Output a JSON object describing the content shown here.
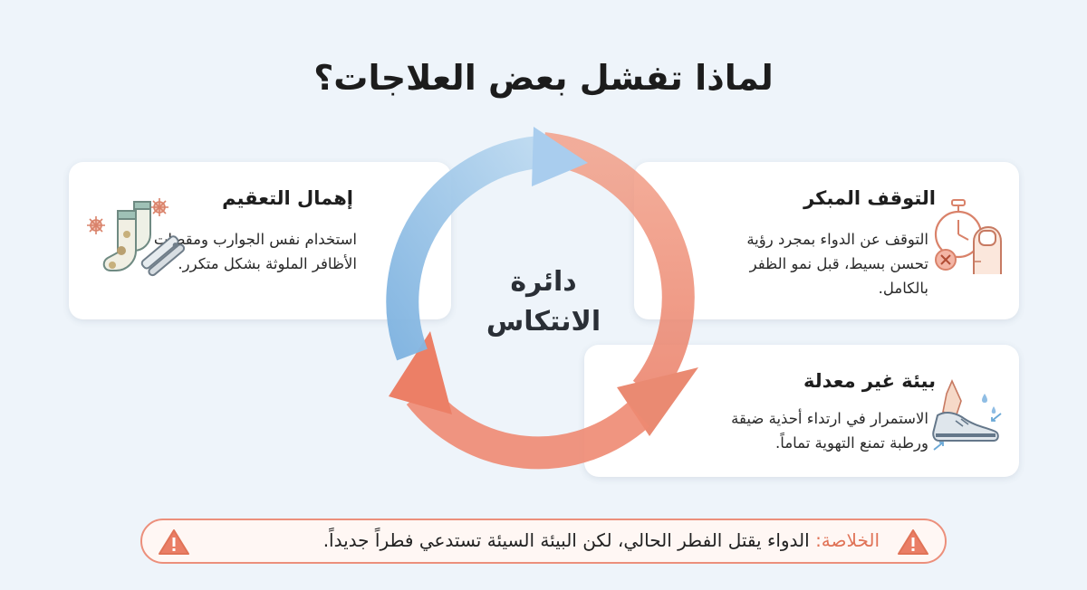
{
  "title": "لماذا تفشل بعض العلاجات؟",
  "cycle": {
    "label_line1": "دائرة",
    "label_line2": "الانتكاس",
    "colors": {
      "blue": "#8fbde4",
      "red": "#ef8f78"
    }
  },
  "cards": {
    "left": {
      "title": "إهمال التعقيم",
      "text": "استخدام نفس الجوارب ومقصات الأظافر الملوثة بشكل متكرر.",
      "icon": "socks-and-nail-clipper-icon"
    },
    "top_right": {
      "title": "التوقف المبكر",
      "text": "التوقف عن الدواء بمجرد رؤية تحسن بسيط، قبل نمو الظفر بالكامل.",
      "icon": "stopwatch-toe-icon"
    },
    "bottom_right": {
      "title": "بيئة غير معدلة",
      "text": "الاستمرار في ارتداء أحذية ضيقة ورطبة تمنع التهوية تماماً.",
      "icon": "sweaty-shoe-icon"
    }
  },
  "summary": {
    "label": "الخلاصة:",
    "text": " الدواء يقتل الفطر الحالي، لكن البيئة السيئة تستدعي فطراً جديداً.",
    "icon": "warning-icon",
    "accent": "#e07357"
  }
}
